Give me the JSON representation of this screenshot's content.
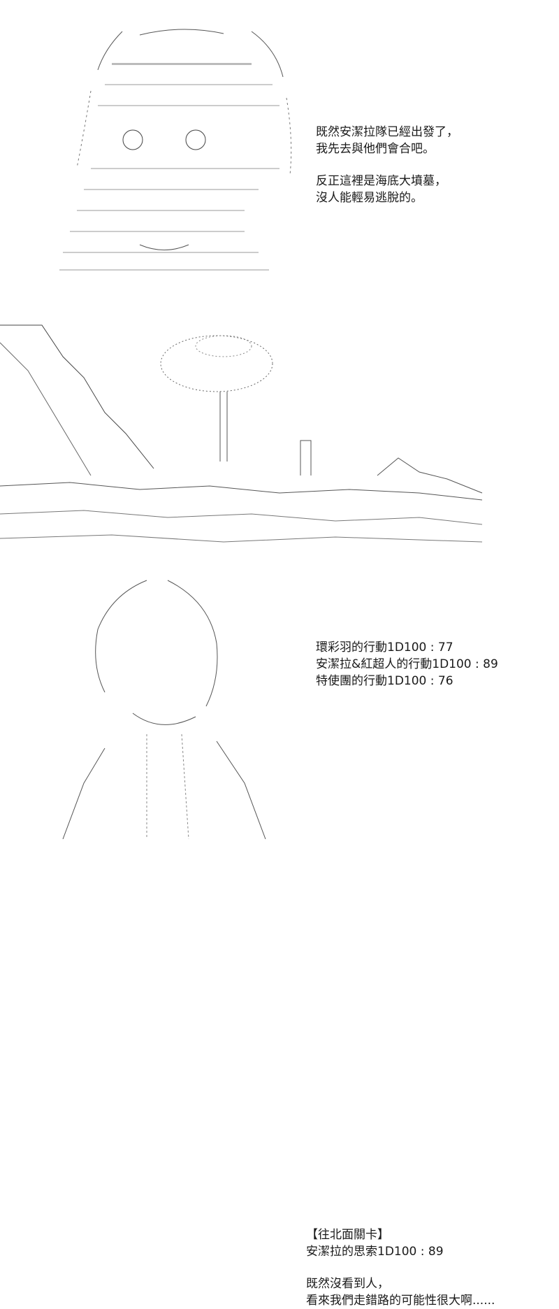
{
  "panel_1": {
    "lines": [
      "既然安潔拉隊已經出發了，",
      "我先去與他們會合吧。",
      "",
      "反正這裡是海底大墳墓，",
      "沒人能輕易逃脫的。"
    ]
  },
  "panel_2": {
    "lines": [
      "環彩羽的行動1D100 : 77",
      "安潔拉&紅超人的行動1D100 : 89",
      "特使團的行動1D100 : 76"
    ]
  },
  "panel_3": {
    "lines": [
      "【往北面關卡】",
      "安潔拉的思索1D100 : 89",
      "",
      "既然沒看到人，",
      "看來我們走錯路的可能性很大啊......"
    ]
  }
}
